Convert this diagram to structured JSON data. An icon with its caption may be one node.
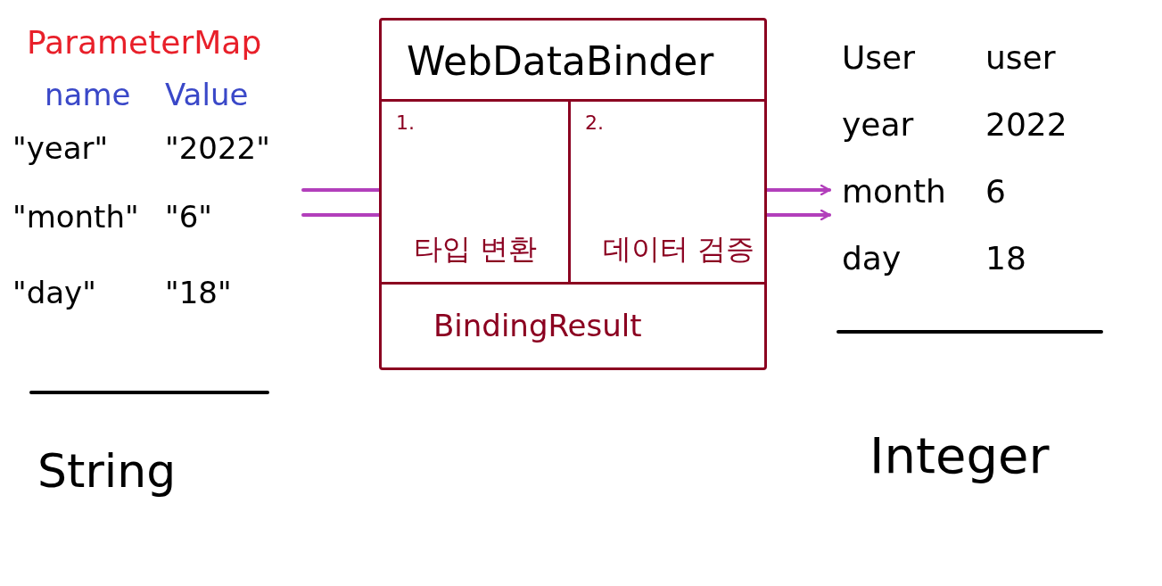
{
  "diagram": {
    "nodes": [
      {
        "text": [
          "ParameterMap",
          "name",
          "Value",
          "\"year\"",
          "\"2022\"",
          "\"month\"",
          "\"6\"",
          "\"day\"",
          "\"18\""
        ],
        "beside": [
          "String"
        ]
      },
      {
        "text": [
          "WebDataBinder"
        ]
      },
      {
        "text": [
          "1.",
          "타입 변환"
        ],
        "in": 1
      },
      {
        "text": [
          "2.",
          "데이터 검증"
        ],
        "in": 1
      },
      {
        "text": [
          "BindingResult"
        ],
        "in": 1
      },
      {
        "text": [
          "User",
          "user",
          "year",
          "2022",
          "month",
          "6",
          "day",
          "18"
        ],
        "beside": [
          "Integer"
        ]
      }
    ],
    "edges": [
      {
        "from": 0,
        "to": 1,
        "arrow": "none",
        "color": "#b23fbb"
      },
      {
        "from": 0,
        "to": 1,
        "arrow": "none",
        "color": "#b23fbb"
      },
      {
        "from": 1,
        "to": 5,
        "arrow": "to",
        "color": "#b23fbb"
      },
      {
        "from": 1,
        "to": 5,
        "arrow": "to",
        "color": "#b23fbb"
      }
    ]
  }
}
